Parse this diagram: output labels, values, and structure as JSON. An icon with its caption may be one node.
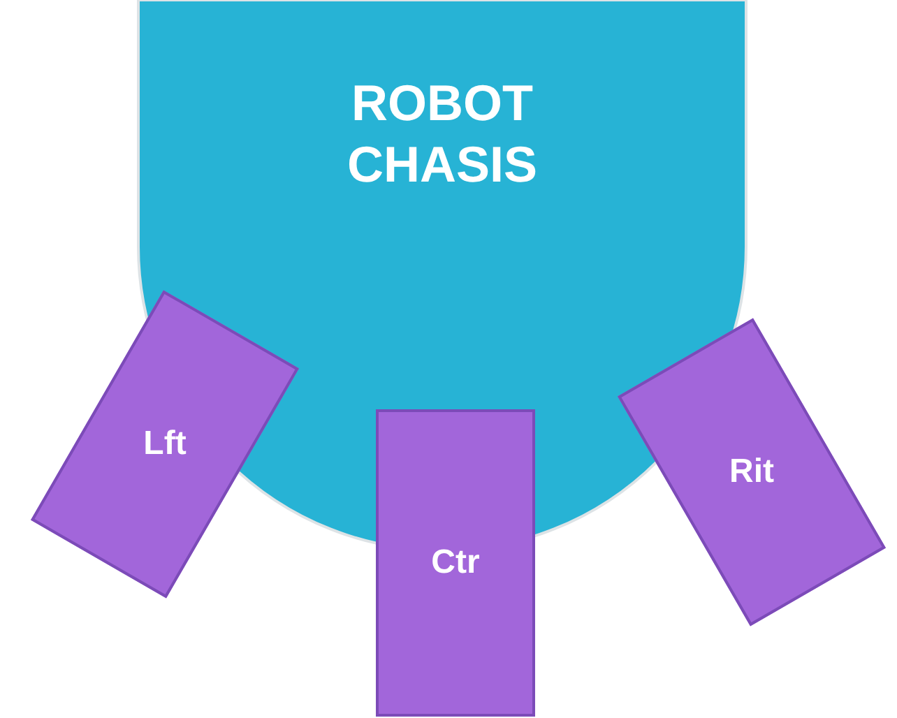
{
  "diagram": {
    "nodes": [
      {
        "text": [
          "ROBOT CHASIS"
        ]
      },
      {
        "text": [
          "Lft"
        ]
      },
      {
        "text": [
          "Ctr"
        ]
      },
      {
        "text": [
          "Rit"
        ]
      }
    ]
  }
}
